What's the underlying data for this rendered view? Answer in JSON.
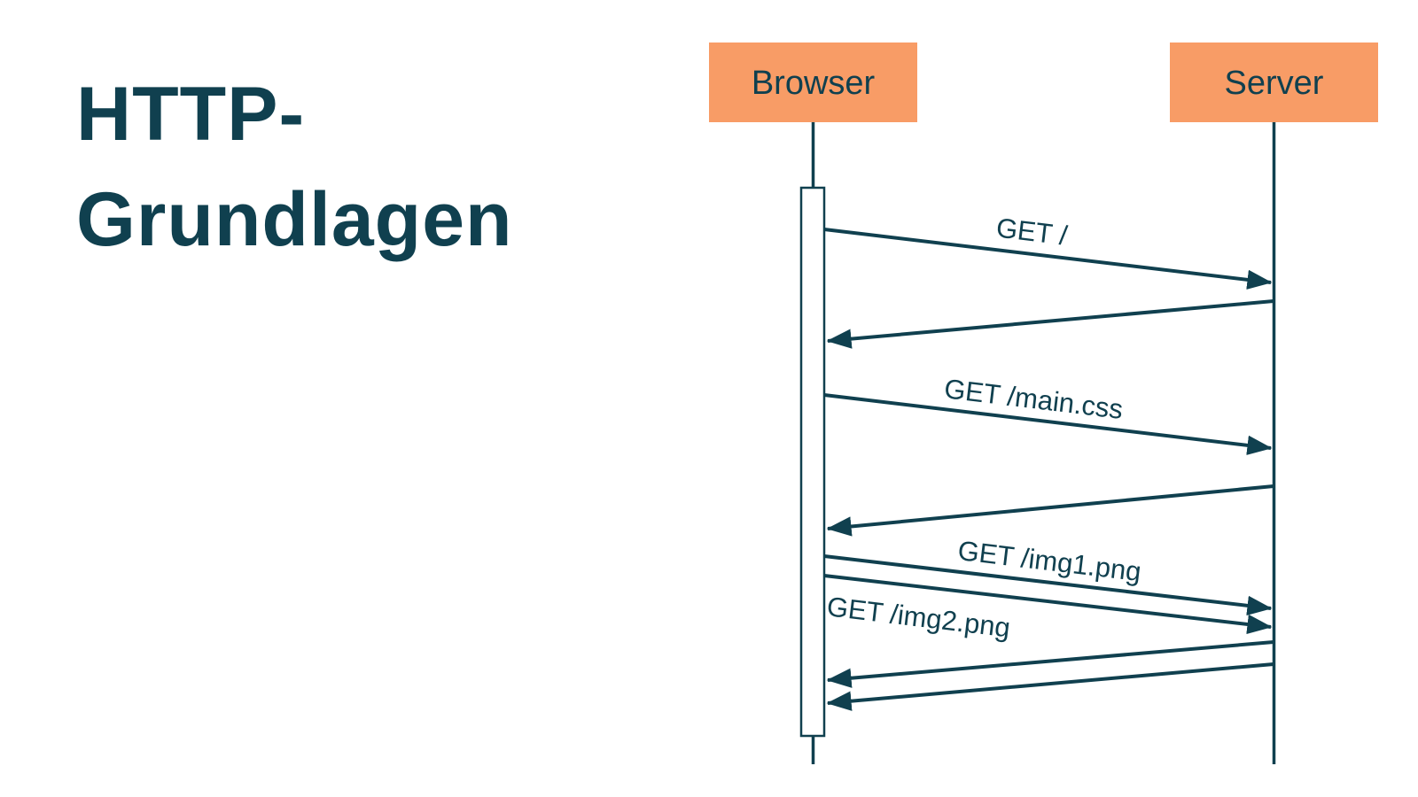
{
  "slide": {
    "title": {
      "line1": "HTTP-",
      "line2": "Grundlagen"
    },
    "colors": {
      "title_text": "#10404F",
      "diagram_line": "#10404F",
      "accent_orange": "#F89C66",
      "background": "#FFFFFF"
    }
  },
  "sequence_diagram": {
    "actors": [
      {
        "id": "browser",
        "label": "Browser"
      },
      {
        "id": "server",
        "label": "Server"
      }
    ],
    "messages": [
      {
        "from": "browser",
        "to": "server",
        "type": "request",
        "label": "GET /"
      },
      {
        "from": "server",
        "to": "browser",
        "type": "response",
        "label": ""
      },
      {
        "from": "browser",
        "to": "server",
        "type": "request",
        "label": "GET /main.css"
      },
      {
        "from": "server",
        "to": "browser",
        "type": "response",
        "label": ""
      },
      {
        "from": "browser",
        "to": "server",
        "type": "request",
        "label": "GET /img1.png"
      },
      {
        "from": "browser",
        "to": "server",
        "type": "request",
        "label": "GET /img2.png"
      },
      {
        "from": "server",
        "to": "browser",
        "type": "response",
        "label": ""
      },
      {
        "from": "server",
        "to": "browser",
        "type": "response",
        "label": ""
      }
    ]
  }
}
